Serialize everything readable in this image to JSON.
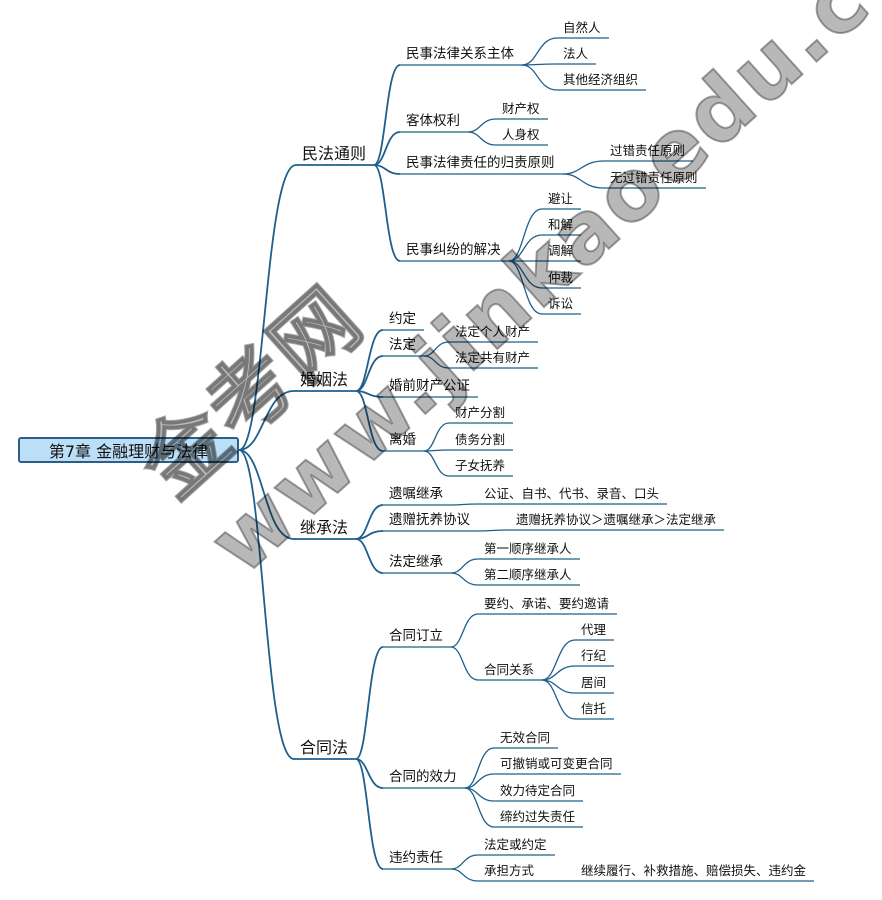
{
  "root": "第7章 金融理财与法律",
  "branches": [
    {
      "label": "民法通则",
      "children": [
        {
          "label": "民事法律关系主体",
          "children": [
            "自然人",
            "法人",
            "其他经济组织"
          ]
        },
        {
          "label": "客体权利",
          "children": [
            "财产权",
            "人身权"
          ]
        },
        {
          "label": "民事法律责任的归责原则",
          "children": [
            "过错责任原则",
            "无过错责任原则"
          ]
        },
        {
          "label": "民事纠纷的解决",
          "children": [
            "避让",
            "和解",
            "调解",
            "仲裁",
            "诉讼"
          ]
        }
      ]
    },
    {
      "label": "婚姻法",
      "children": [
        {
          "label": "约定",
          "children": []
        },
        {
          "label": "法定",
          "children": [
            "法定个人财产",
            "法定共有财产"
          ]
        },
        {
          "label": "婚前财产公证",
          "children": []
        },
        {
          "label": "离婚",
          "children": [
            "财产分割",
            "债务分割",
            "子女抚养"
          ]
        }
      ]
    },
    {
      "label": "继承法",
      "children": [
        {
          "label": "遗嘱继承",
          "children": [
            "公证、自书、代书、录音、口头"
          ]
        },
        {
          "label": "遗赠抚养协议",
          "children": [
            "遗赠抚养协议＞遗嘱继承＞法定继承"
          ]
        },
        {
          "label": "法定继承",
          "children": [
            "第一顺序继承人",
            "第二顺序继承人"
          ]
        }
      ]
    },
    {
      "label": "合同法",
      "children": [
        {
          "label": "合同订立",
          "children": [
            {
              "label": "要约、承诺、要约邀请",
              "children": []
            },
            {
              "label": "合同关系",
              "children": [
                "代理",
                "行纪",
                "居间",
                "信托"
              ]
            }
          ]
        },
        {
          "label": "合同的效力",
          "children": [
            "无效合同",
            "可撤销或可变更合同",
            "效力待定合同",
            "缔约过失责任"
          ]
        },
        {
          "label": "违约责任",
          "children": [
            {
              "label": "法定或约定",
              "children": []
            },
            {
              "label": "承担方式",
              "children": [
                "继续履行、补救措施、赔偿损失、违约金"
              ]
            }
          ]
        }
      ]
    }
  ],
  "watermark": "金考网 www.jinkaoedu.com",
  "colors": {
    "line": "#1f5f8b",
    "root_fill": "#bcdff8",
    "root_border": "#2e5e88"
  }
}
